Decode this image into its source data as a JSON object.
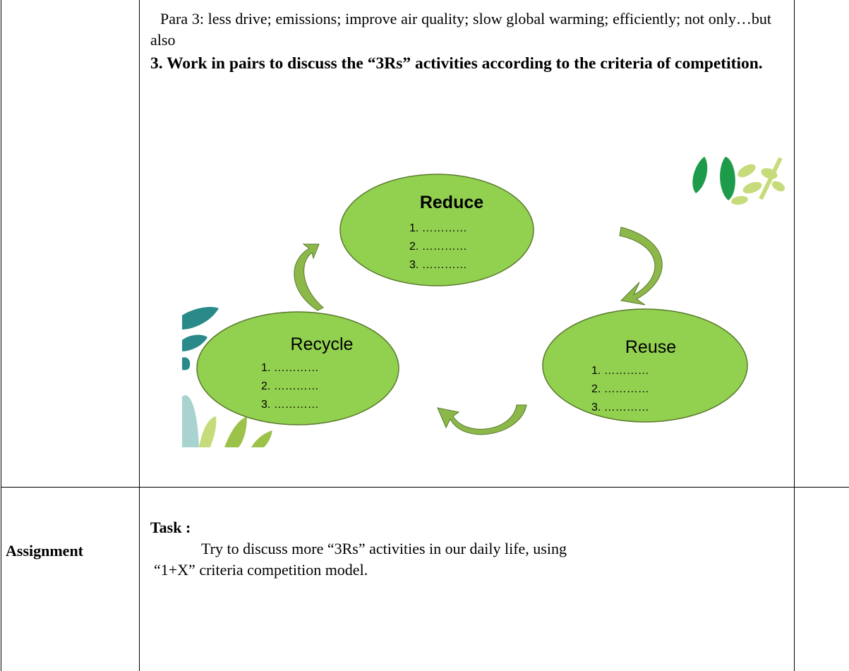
{
  "lesson": {
    "para3": "Para 3: less drive; emissions; improve air quality; slow global warming; efficiently; not only…but also",
    "step3_heading": "3. Work in pairs to discuss the “3Rs” activities according to the criteria of competition."
  },
  "diagram": {
    "reduce": {
      "title": "Reduce",
      "items": [
        "1.   …………",
        "2.   …………",
        "3.   …………"
      ]
    },
    "recycle": {
      "title": "Recycle",
      "items": [
        "1.   …………",
        "2.   …………",
        "3.   …………"
      ]
    },
    "reuse": {
      "title": "Reuse",
      "items": [
        "1.   …………",
        "2.      …………",
        "3.      …………"
      ]
    },
    "colors": {
      "ellipse_fill": "#92d050",
      "ellipse_stroke": "#5a7a2e",
      "arrow_fill": "#8cb84a",
      "leaf_dark": "#1e9b4a",
      "leaf_light": "#c6dc7a",
      "leaf_teal": "#2a8a8a"
    }
  },
  "assignment": {
    "label": "Assignment",
    "task_title": "Task :",
    "task_line1": "Try to discuss more “3Rs” activities in our daily life, using",
    "task_line2": "“1+X” criteria competition model."
  }
}
